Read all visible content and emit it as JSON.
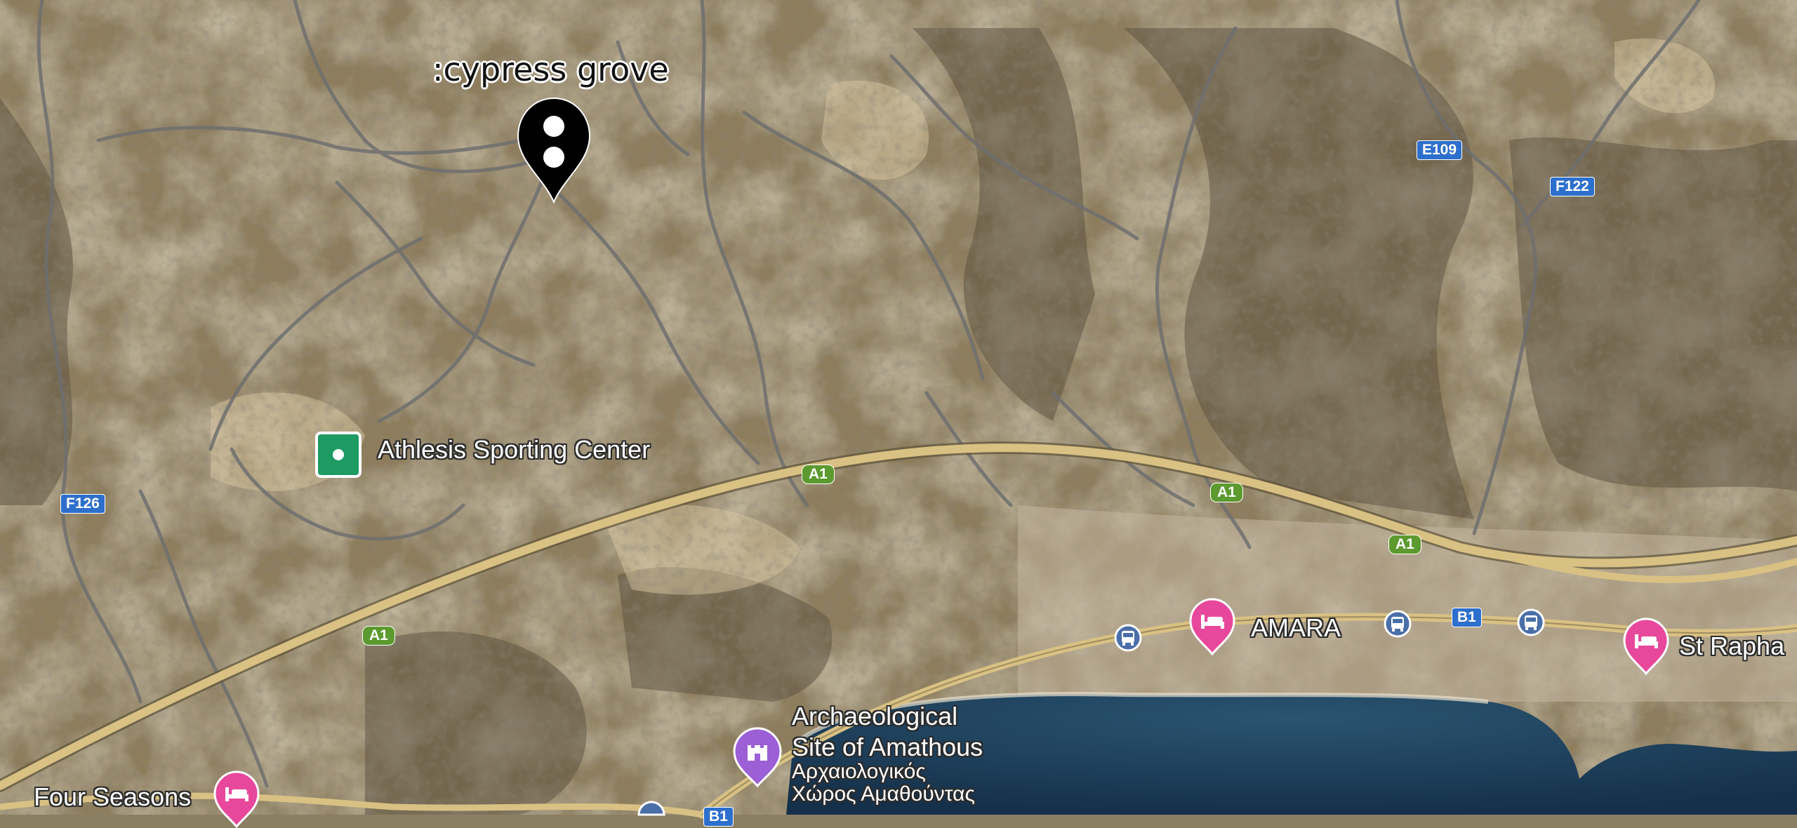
{
  "place_pin": {
    "label": ":cypress grove"
  },
  "places": {
    "athlesis": "Athlesis Sporting Center",
    "amara": "AMARA",
    "st_raphael": "St Rapha",
    "archaeological_line1": "Archaeological",
    "archaeological_line2": "Site of Amathous",
    "archaeological_greek1": "Αρχαιολογικός",
    "archaeological_greek2": "Χώρος Αμαθούντας",
    "four_seasons": "Four Seasons"
  },
  "road_shields": {
    "e109": "E109",
    "f122": "F122",
    "f126": "F126",
    "a1_a": "A1",
    "a1_b": "A1",
    "a1_c": "A1",
    "a1_d": "A1",
    "b1": "B1",
    "b1_bottom": "B1"
  },
  "colors": {
    "highway": "#d9c184",
    "sea": "#1e3c52",
    "hotel_poi": "#e8489b",
    "sports_poi": "#1e9a63",
    "historic_poi": "#9c5fd6",
    "bus_poi": "#4a6fa8"
  },
  "icons": {
    "pin": "location-pin-icon",
    "sports": "sports-poi-icon",
    "hotel": "hotel-bed-icon",
    "historic": "castle-icon",
    "bus": "bus-icon"
  }
}
